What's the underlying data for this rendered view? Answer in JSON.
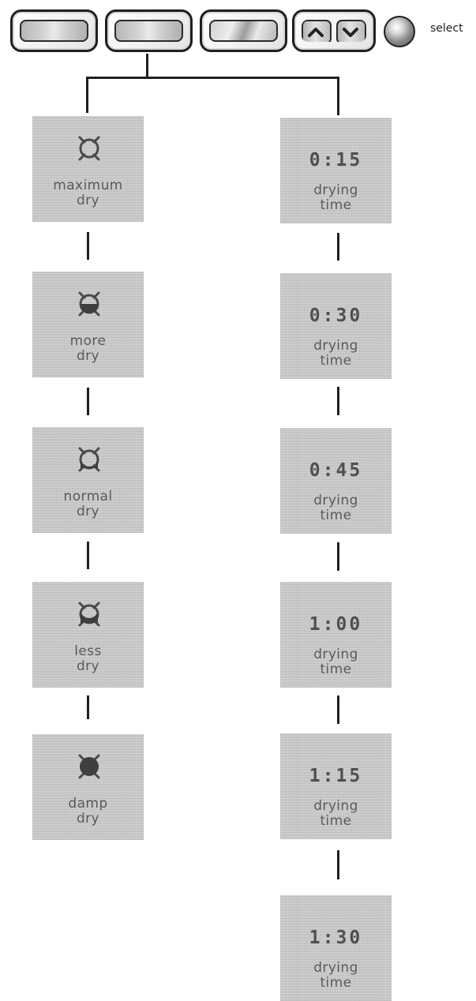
{
  "select_label": "select",
  "left_column": [
    {
      "line1": "maximum",
      "line2": "dry",
      "icon": "sun-empty-icon"
    },
    {
      "line1": "more",
      "line2": "dry",
      "icon": "sun-quarter-fill-icon"
    },
    {
      "line1": "normal",
      "line2": "dry",
      "icon": "sun-half-fill-icon"
    },
    {
      "line1": "less",
      "line2": "dry",
      "icon": "sun-three-quarter-fill-icon"
    },
    {
      "line1": "damp",
      "line2": "dry",
      "icon": "sun-full-fill-icon"
    }
  ],
  "right_column": [
    {
      "time": "0:15",
      "line1": "drying",
      "line2": "time"
    },
    {
      "time": "0:30",
      "line1": "drying",
      "line2": "time"
    },
    {
      "time": "0:45",
      "line1": "drying",
      "line2": "time"
    },
    {
      "time": "1:00",
      "line1": "drying",
      "line2": "time"
    },
    {
      "time": "1:15",
      "line1": "drying",
      "line2": "time"
    },
    {
      "time": "1:30",
      "line1": "drying",
      "line2": "time"
    }
  ],
  "colors": {
    "outline": "#1f1f1f",
    "panel": "#d7d7d7",
    "text": "#5a5a5a"
  }
}
